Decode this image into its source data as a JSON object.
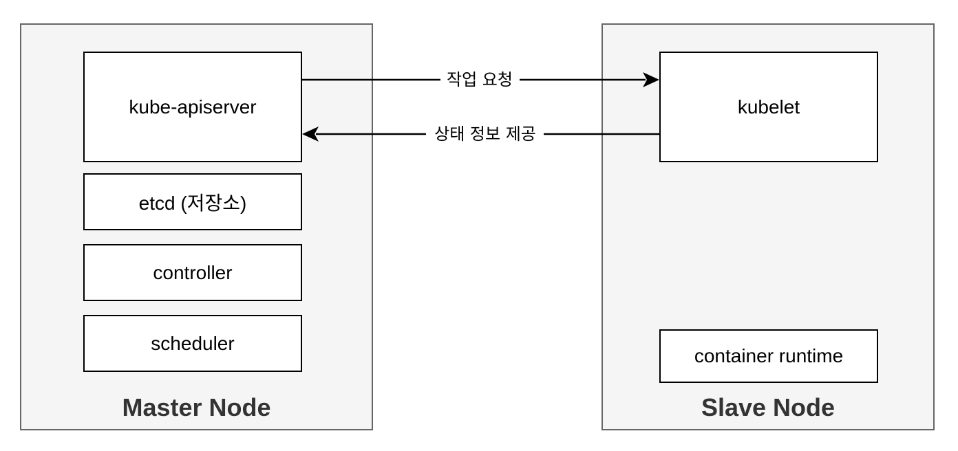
{
  "master_node": {
    "title": "Master Node",
    "components": {
      "apiserver": "kube-apiserver",
      "etcd": "etcd (저장소)",
      "controller": "controller",
      "scheduler": "scheduler"
    }
  },
  "slave_node": {
    "title": "Slave Node",
    "components": {
      "kubelet": "kubelet",
      "runtime": "container runtime"
    }
  },
  "edges": {
    "request": "작업 요청",
    "status": "상태 정보 제공"
  },
  "colors": {
    "node_fill": "#f5f5f5",
    "node_border": "#666666",
    "component_fill": "#ffffff",
    "component_border": "#000000",
    "title_text": "#333333"
  }
}
